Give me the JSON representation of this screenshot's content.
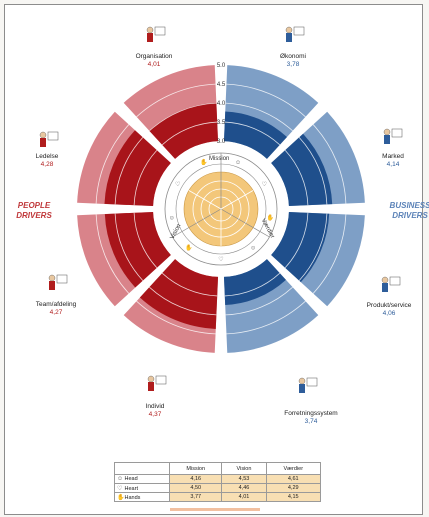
{
  "chart_data": {
    "type": "radial",
    "scale": {
      "min": 3.0,
      "max": 5.0,
      "ticks": [
        "3.0",
        "3.5",
        "4.0",
        "4.5",
        "5.0"
      ]
    },
    "driver_groups": [
      "PEOPLE DRIVERS",
      "BUSINESS DRIVERS"
    ],
    "segments": [
      {
        "label": "Organisation",
        "value": 4.01,
        "display": "4,01",
        "group": "people",
        "icon": "org-chart-icon"
      },
      {
        "label": "Økonomi",
        "value": 3.78,
        "display": "3,78",
        "group": "business",
        "icon": "economy-chart-icon"
      },
      {
        "label": "Marked",
        "value": 4.14,
        "display": "4,14",
        "group": "business",
        "icon": "market-meeting-icon"
      },
      {
        "label": "Produkt/service",
        "value": 4.06,
        "display": "4,06",
        "group": "business",
        "icon": "product-service-icon"
      },
      {
        "label": "Forretningssystem",
        "value": 3.74,
        "display": "3,74",
        "group": "business",
        "icon": "business-system-icon"
      },
      {
        "label": "Individ",
        "value": 4.37,
        "display": "4,37",
        "group": "people",
        "icon": "individual-icon"
      },
      {
        "label": "Team/afdeling",
        "value": 4.27,
        "display": "4,27",
        "group": "people",
        "icon": "team-icon"
      },
      {
        "label": "Ledelse",
        "value": 4.28,
        "display": "4,28",
        "group": "people",
        "icon": "leadership-icon"
      }
    ],
    "inner_ring_labels": [
      "Mission",
      "Værdier",
      "Vision"
    ],
    "table": {
      "columns": [
        "",
        "Mission",
        "Vision",
        "Værdier"
      ],
      "rows": [
        {
          "label": "Head",
          "icon": "head-icon",
          "values": [
            "4,16",
            "4,53",
            "4,61"
          ]
        },
        {
          "label": "Heart",
          "icon": "heart-icon",
          "values": [
            "4,50",
            "4,46",
            "4,29"
          ]
        },
        {
          "label": "Hands",
          "icon": "hands-icon",
          "values": [
            "3,77",
            "4,01",
            "4,15"
          ]
        }
      ]
    }
  },
  "colors": {
    "people_light": "#d9838a",
    "people_dark": "#a8141a",
    "business_light": "#7e9fc6",
    "business_dark": "#1f4f8c",
    "core_fill": "#f3c77a",
    "table_fill": "#f8dfb3"
  }
}
